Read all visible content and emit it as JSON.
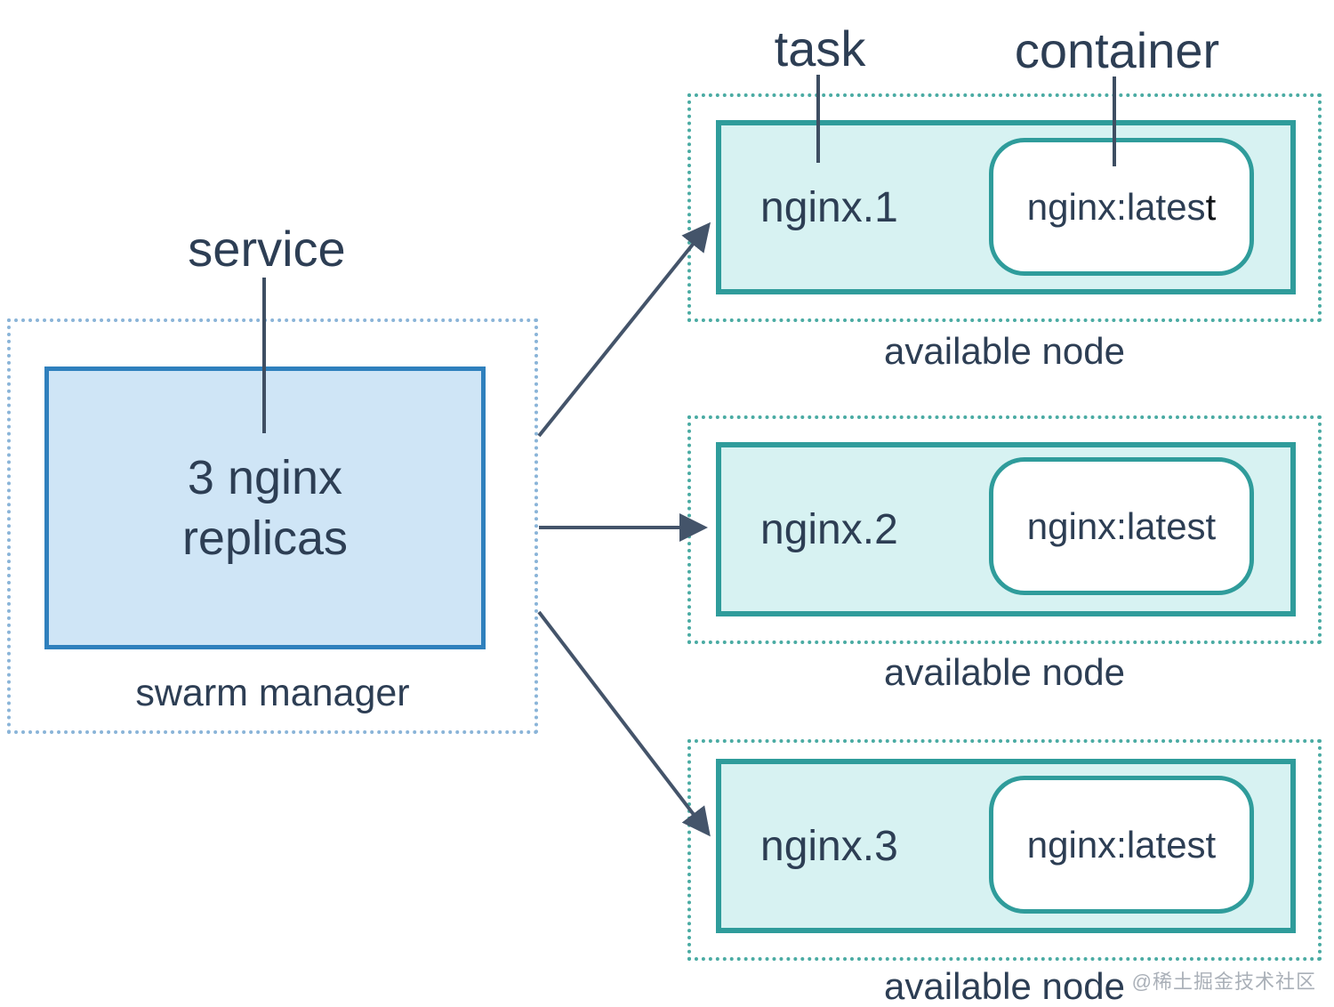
{
  "diagram": {
    "title_labels": {
      "service": "service",
      "task": "task",
      "container": "container"
    },
    "manager": {
      "box_line1": "3 nginx",
      "box_line2": "replicas",
      "caption": "swarm manager"
    },
    "nodes": [
      {
        "task_name": "nginx.1",
        "image": "nginx:lates",
        "image_suffix": "t",
        "caption": "available node"
      },
      {
        "task_name": "nginx.2",
        "image": "nginx:latest",
        "image_suffix": "",
        "caption": "available node"
      },
      {
        "task_name": "nginx.3",
        "image": "nginx:latest",
        "image_suffix": "",
        "caption": "available node"
      }
    ],
    "watermark": "@稀土掘金技术社区",
    "colors": {
      "text_navy": "#2d3e54",
      "manager_border": "#2f80bd",
      "manager_fill": "#cfe5f6",
      "manager_dash": "#8ab4d8",
      "node_border": "#2f9c9b",
      "node_fill": "#d7f2f2",
      "node_dash": "#4aaba3",
      "arrow": "#44546a",
      "container_fill": "#ffffff",
      "watermark_gray": "#aab0b8"
    }
  }
}
